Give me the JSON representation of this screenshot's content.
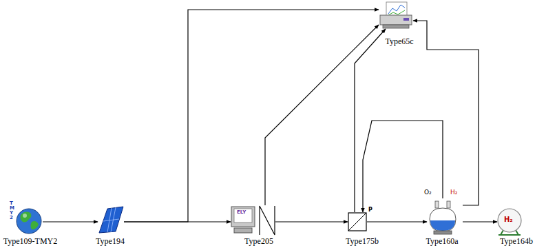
{
  "diagram": {
    "nodes": [
      {
        "text": [
          "Type109-TMY2"
        ]
      },
      {
        "text": [
          "Type194"
        ]
      },
      {
        "text": [
          "Type205"
        ]
      },
      {
        "text": [
          "Type175b"
        ]
      },
      {
        "text": [
          "Type160a"
        ]
      },
      {
        "text": [
          "Type164b"
        ]
      },
      {
        "text": [
          "Type65c"
        ]
      }
    ],
    "edges": [
      {
        "from": 0,
        "to": 1,
        "arrow": "to"
      },
      {
        "from": 1,
        "to": 2,
        "arrow": "to"
      },
      {
        "from": 1,
        "to": 6,
        "arrow": "to"
      },
      {
        "from": 2,
        "to": 3,
        "arrow": "to"
      },
      {
        "from": 2,
        "to": 6,
        "arrow": "to"
      },
      {
        "from": 3,
        "to": 4,
        "arrow": "to"
      },
      {
        "from": 3,
        "to": 6,
        "arrow": "to"
      },
      {
        "from": 4,
        "to": 3,
        "arrow": "to"
      },
      {
        "from": 4,
        "to": 5,
        "arrow": "to"
      },
      {
        "from": 4,
        "to": 6,
        "arrow": "to"
      }
    ],
    "labels": [
      "TMY2",
      "ELY",
      "P",
      "O₂",
      "H₂",
      "H₂"
    ]
  }
}
